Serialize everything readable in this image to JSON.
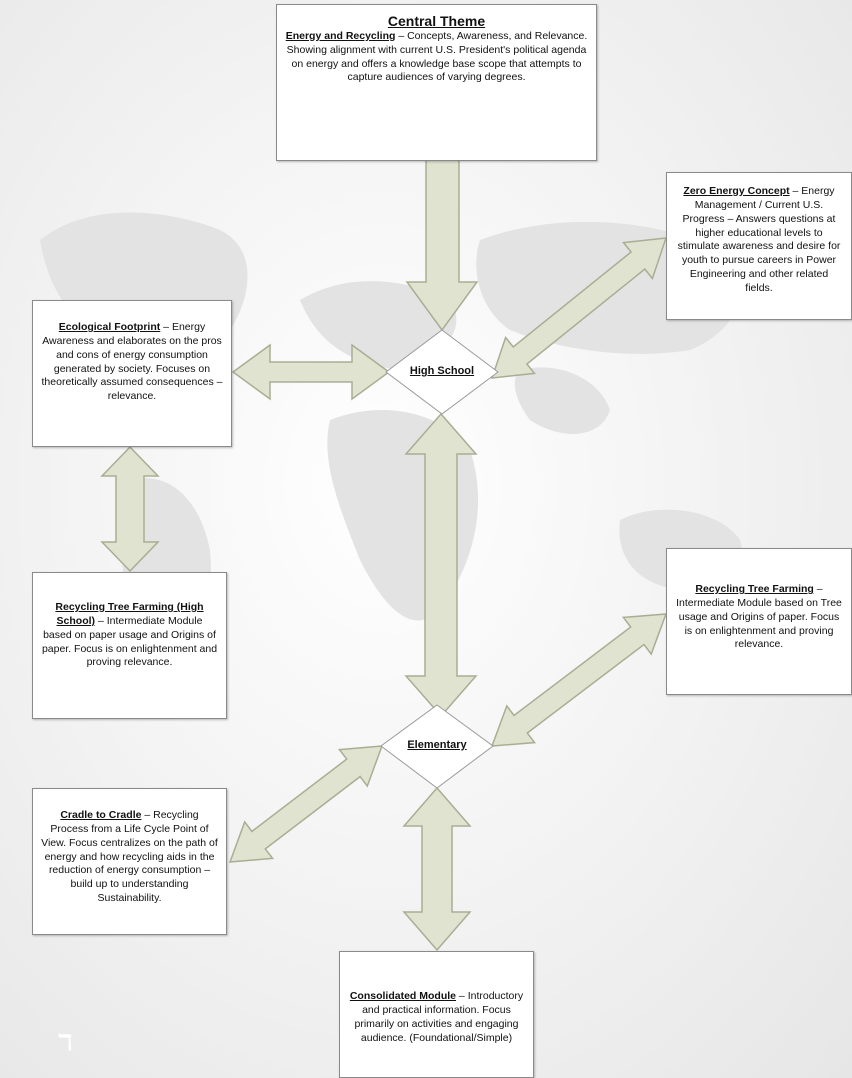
{
  "central": {
    "heading": "Central Theme",
    "title": "Energy and Recycling",
    "desc": " – Concepts, Awareness, and Relevance.  Showing alignment with current U.S. President's political agenda on energy and offers a knowledge base scope that attempts to capture audiences of varying degrees."
  },
  "zero_energy": {
    "title": "Zero Energy Concept",
    "desc": " – Energy Management / Current U.S. Progress – Answers questions at higher educational levels to stimulate awareness and desire for youth to pursue careers in Power Engineering and other related fields."
  },
  "ecological": {
    "title": "Ecological Footprint",
    "desc": " – Energy Awareness and elaborates on the pros and cons of energy consumption generated by society.  Focuses on theoretically assumed consequences – relevance."
  },
  "tree_hs": {
    "title": "Recycling Tree Farming (High School)",
    "desc": "  – Intermediate Module based on paper usage and Origins of paper. Focus is on enlightenment and proving relevance."
  },
  "tree_right": {
    "title": "Recycling Tree Farming",
    "desc": " – Intermediate Module based on Tree usage and Origins of paper. Focus is on enlightenment and proving relevance."
  },
  "cradle": {
    "title": "Cradle to Cradle",
    "desc": " – Recycling Process from a Life Cycle Point of View.  Focus centralizes on the path of energy and how recycling aids in the reduction of energy consumption – build up to understanding Sustainability."
  },
  "consolidated": {
    "title": "Consolidated Module",
    "desc": " – Introductory and practical information.  Focus primarily on activities and engaging audience. (Foundational/Simple)"
  },
  "nodes": {
    "high_school": "High School",
    "elementary": "Elementary"
  },
  "colors": {
    "arrow_fill": "#dfe3cf",
    "arrow_stroke": "#a8ae93",
    "map": "#e2e2e2"
  }
}
